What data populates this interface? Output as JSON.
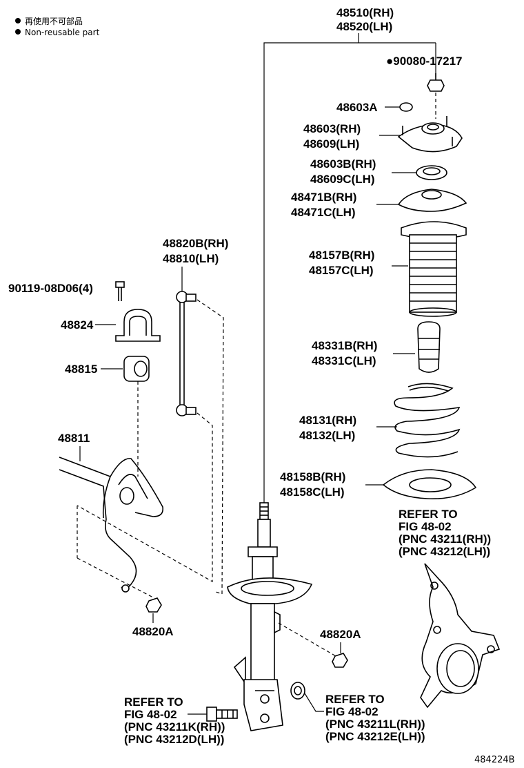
{
  "legend": {
    "line_cn": "再使用不可部品",
    "line_en": "Non-reusable part"
  },
  "labels": {
    "strut_rh": "48510(RH)",
    "strut_lh": "48520(LH)",
    "nut_top": "●90080-17217",
    "cap": "48603A",
    "mount_rh": "48603(RH)",
    "mount_lh": "48609(LH)",
    "bearing_rh": "48603B(RH)",
    "bearing_lh": "48609C(LH)",
    "seat_upper_rh": "48471B(RH)",
    "seat_upper_lh": "48471C(LH)",
    "boot_rh": "48157B(RH)",
    "boot_lh": "48157C(LH)",
    "bumper_rh": "48331B(RH)",
    "bumper_lh": "48331C(LH)",
    "spring_rh": "48131(RH)",
    "spring_lh": "48132(LH)",
    "seat_lower_rh": "48158B(RH)",
    "seat_lower_lh": "48158C(LH)",
    "ref_knuckle": [
      "REFER TO",
      "FIG 48-02",
      "(PNC 43211(RH))",
      "(PNC 43212(LH))"
    ],
    "link_rh": "48820B(RH)",
    "link_lh": "48810(LH)",
    "bolt": "90119-08D06(4)",
    "bracket": "48824",
    "bushing": "48815",
    "stabilizer": "48811",
    "nut_left": "48820A",
    "nut_right": "48820A",
    "ref_bolt": [
      "REFER TO",
      "FIG 48-02",
      "(PNC 43211K(RH))",
      "(PNC 43212D(LH))"
    ],
    "ref_nut": [
      "REFER TO",
      "FIG 48-02",
      "(PNC 43211L(RH))",
      "(PNC 43212E(LH))"
    ],
    "drawing_id": "484224B"
  }
}
